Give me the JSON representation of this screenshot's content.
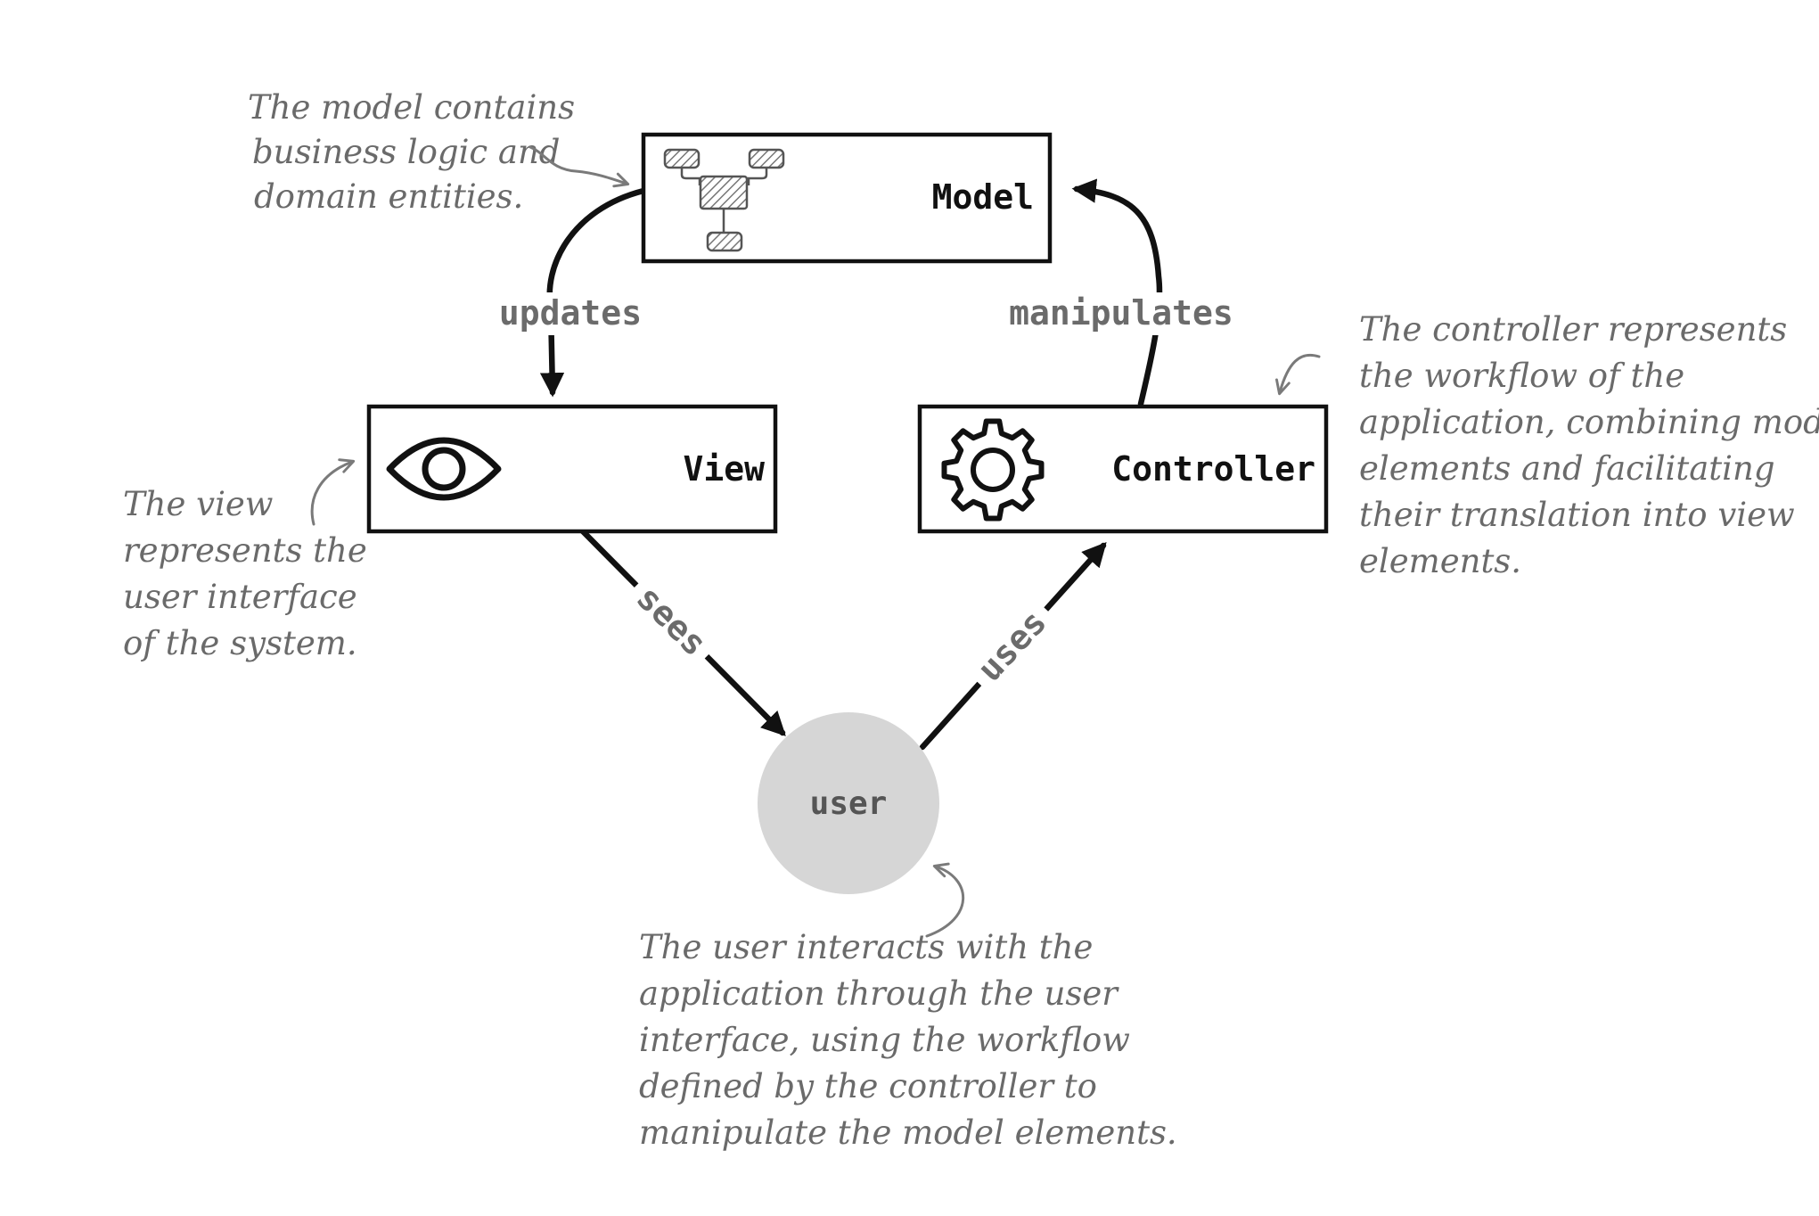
{
  "nodes": {
    "model": {
      "label": "Model",
      "icon": "hierarchy-icon"
    },
    "view": {
      "label": "View",
      "icon": "eye-icon"
    },
    "controller": {
      "label": "Controller",
      "icon": "gear-icon"
    },
    "user": {
      "label": "user"
    }
  },
  "edges": {
    "updates": "updates",
    "manipulates": "manipulates",
    "sees": "sees",
    "uses": "uses"
  },
  "notes": {
    "model": [
      "The model contains",
      "business logic and",
      "domain entities."
    ],
    "view": [
      "The view",
      "represents the",
      "user interface",
      "of the system."
    ],
    "controller": [
      "The controller represents",
      "the workflow of the",
      "application, combining model",
      "elements and facilitating",
      "their translation into view",
      "elements."
    ],
    "user": [
      "The user interacts with the",
      "application through the user",
      "interface, using the workflow",
      "defined by the controller to",
      "manipulate the model elements."
    ]
  },
  "colors": {
    "box_stroke": "#111111",
    "edge_label": "#6b6b6b",
    "note_text": "#6a6a6a",
    "user_fill": "#d6d6d6"
  }
}
